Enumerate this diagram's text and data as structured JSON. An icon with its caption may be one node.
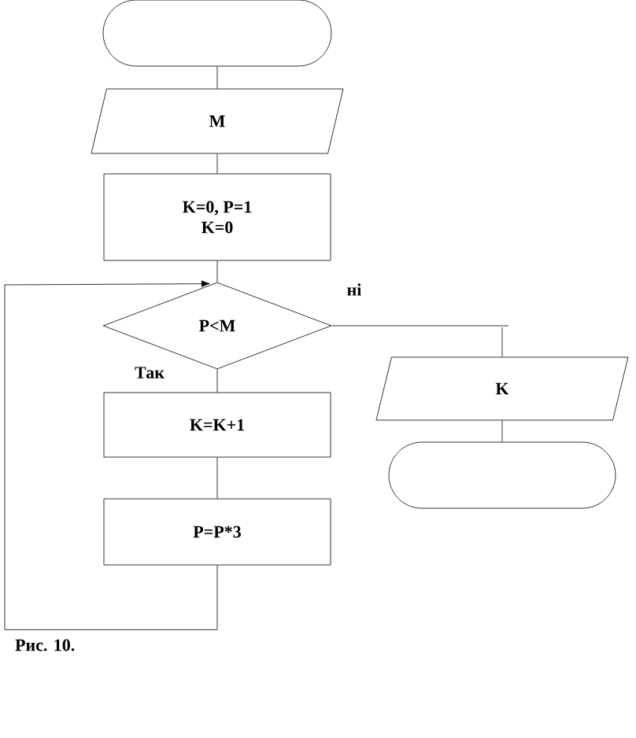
{
  "diagram": {
    "caption": "Рис. 10.",
    "nodes": [
      {
        "text": [],
        "shape": "stadium"
      },
      {
        "text": [
          "M"
        ]
      },
      {
        "text": [
          "K=0, P=1",
          "K=0"
        ]
      },
      {
        "text": [
          "P<M"
        ]
      },
      {
        "text": [
          "K=K+1"
        ]
      },
      {
        "text": [
          "P=P*3"
        ]
      },
      {
        "text": [
          "K"
        ]
      },
      {
        "text": [],
        "shape": "stadium"
      }
    ],
    "edges": [
      {
        "from": 0,
        "to": 1,
        "arrow": "none"
      },
      {
        "from": 1,
        "to": 2,
        "arrow": "none"
      },
      {
        "from": 2,
        "to": 3,
        "arrow": "none"
      },
      {
        "from": 3,
        "to": 4,
        "arrow": "none",
        "label": "Так"
      },
      {
        "from": 3,
        "to": 6,
        "arrow": "none",
        "label": "ні"
      },
      {
        "from": 4,
        "to": 5,
        "arrow": "none"
      },
      {
        "from": 5,
        "to": 3,
        "arrow": "to"
      },
      {
        "from": 6,
        "to": 7,
        "arrow": "none"
      }
    ]
  }
}
